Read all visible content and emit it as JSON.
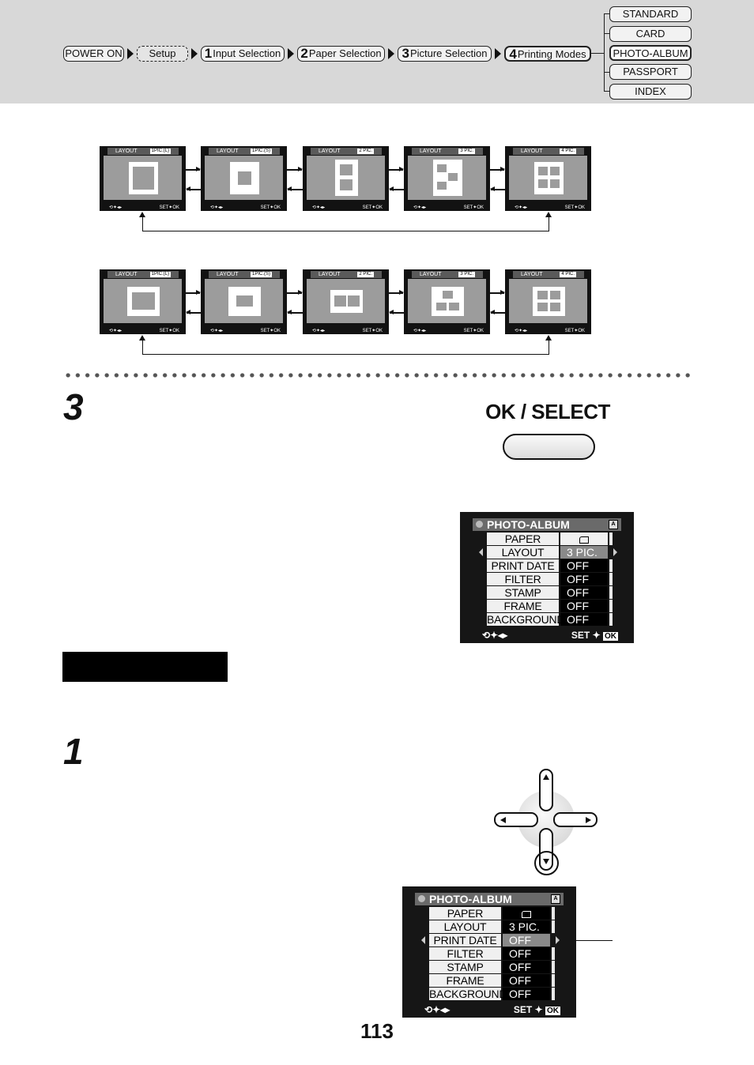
{
  "breadcrumb": {
    "power_on": "POWER ON",
    "setup": "Setup",
    "input_num": "1",
    "input": "Input Selection",
    "paper_num": "2",
    "paper": "Paper Selection",
    "picture_num": "3",
    "picture": "Picture Selection",
    "modes_num": "4",
    "modes": "Printing Modes"
  },
  "printing_modes": [
    "STANDARD",
    "CARD",
    "PHOTO-ALBUM",
    "PASSPORT",
    "INDEX"
  ],
  "selected_mode": "PHOTO-ALBUM",
  "layout_thumbs": {
    "label": "LAYOUT",
    "footer_left": "⟲✦◂▸",
    "footer_right": "SET✦OK",
    "row1": [
      "1PIC.(L)",
      "1PIC.(S)",
      "2 PIC.",
      "3 PIC.",
      "4 PIC."
    ],
    "row2": [
      "1PIC.(L)",
      "1PIC.(S)",
      "2 PIC.",
      "3 PIC.",
      "4 PIC."
    ]
  },
  "step3": {
    "number": "3",
    "button_label": "OK / SELECT"
  },
  "menu_screen_a": {
    "title": "PHOTO-ALBUM",
    "rows": [
      {
        "label": "PAPER",
        "value": ""
      },
      {
        "label": "LAYOUT",
        "value": "3 PIC."
      },
      {
        "label": "PRINT DATE",
        "value": "OFF"
      },
      {
        "label": "FILTER",
        "value": "OFF"
      },
      {
        "label": "STAMP",
        "value": "OFF"
      },
      {
        "label": "FRAME",
        "value": "OFF"
      },
      {
        "label": "BACKGROUND",
        "value": "OFF"
      }
    ],
    "footer_left": "⟲✦◂▸",
    "footer_set": "SET ✦",
    "footer_ok": "OK"
  },
  "step1": {
    "number": "1"
  },
  "menu_screen_b": {
    "title": "PHOTO-ALBUM",
    "rows": [
      {
        "label": "PAPER",
        "value": ""
      },
      {
        "label": "LAYOUT",
        "value": "3 PIC."
      },
      {
        "label": "PRINT DATE",
        "value": "OFF"
      },
      {
        "label": "FILTER",
        "value": "OFF"
      },
      {
        "label": "STAMP",
        "value": "OFF"
      },
      {
        "label": "FRAME",
        "value": "OFF"
      },
      {
        "label": "BACKGROUND",
        "value": "OFF"
      }
    ],
    "footer_left": "⟲✦◂▸",
    "footer_set": "SET ✦",
    "footer_ok": "OK"
  },
  "page_number": "113"
}
